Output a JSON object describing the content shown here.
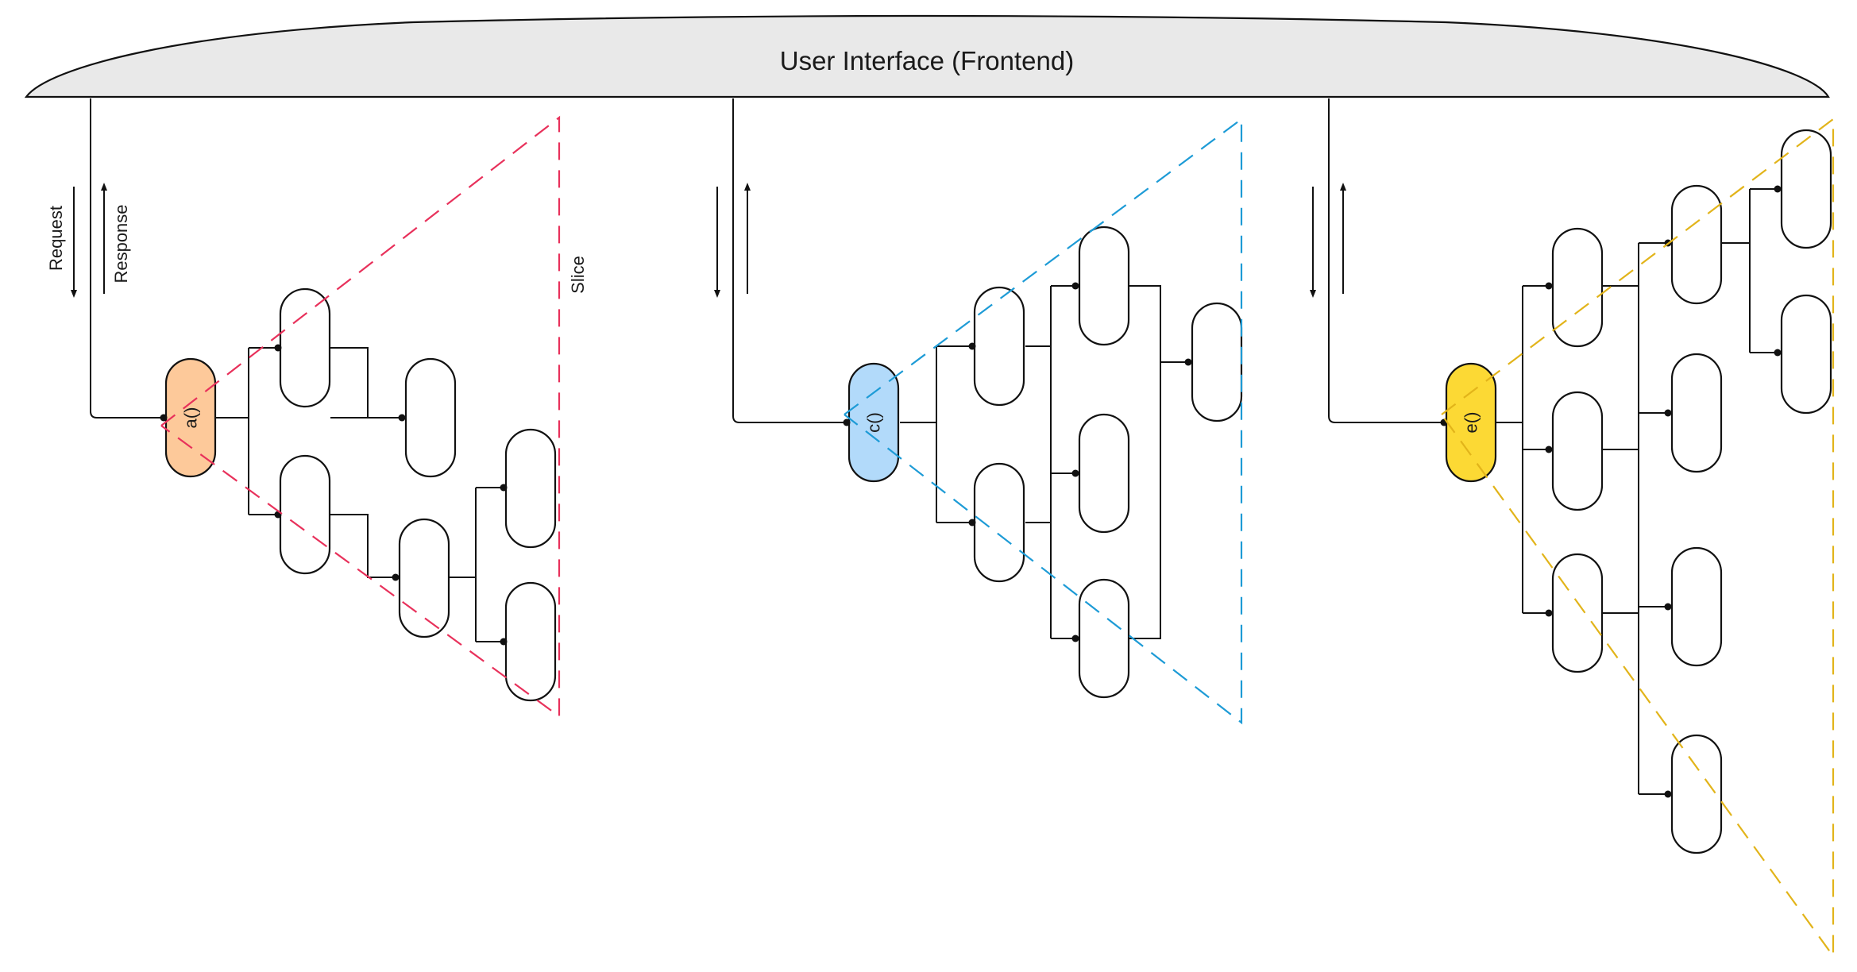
{
  "header": {
    "title": "User Interface (Frontend)"
  },
  "labels": {
    "request": "Request",
    "response": "Response",
    "slice": "Slice"
  },
  "colors": {
    "header_fill": "#e9e9e9",
    "node_stroke": "#111111",
    "slice_a": "#e8315b",
    "slice_c": "#1d9bd6",
    "slice_e": "#e2b41a",
    "fill_a": "#fdc99a",
    "fill_c": "#b2dafa",
    "fill_e": "#fcd934"
  },
  "entry_functions": [
    {
      "label": "a()",
      "color": "#fdc99a"
    },
    {
      "label": "c()",
      "color": "#b2dafa"
    },
    {
      "label": "e()",
      "color": "#fcd934"
    }
  ]
}
